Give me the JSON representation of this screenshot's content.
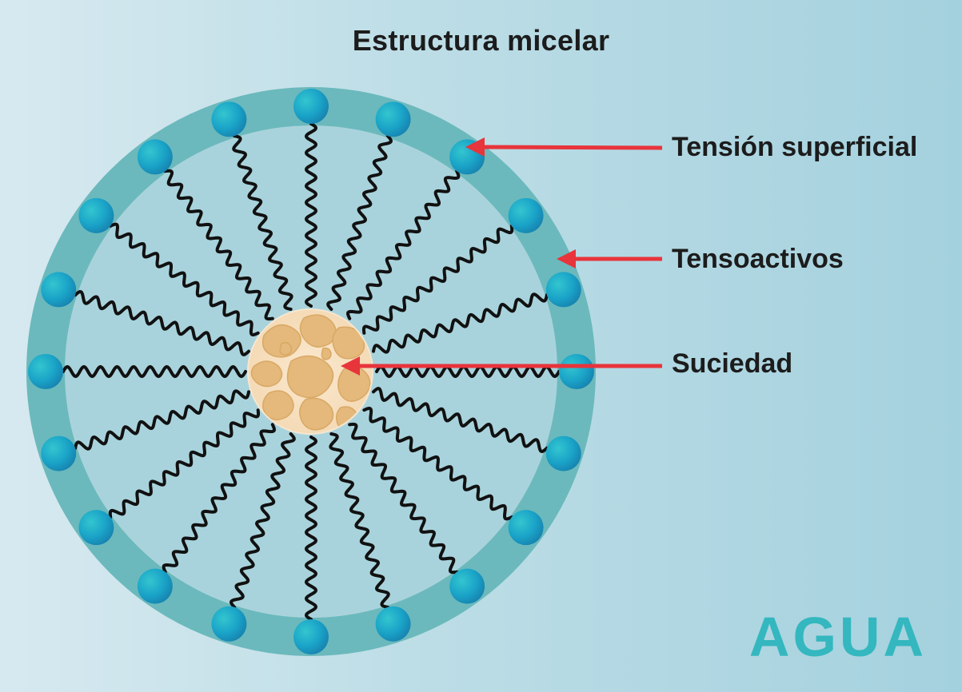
{
  "title": "Estructura micelar",
  "labels": {
    "surface_tension": "Tensión superficial",
    "surfactants": "Tensoactivos",
    "dirt": "Suciedad"
  },
  "medium": "AGUA",
  "colors": {
    "ring": "#6bb9bc",
    "inner_fill": "#a9d3dc",
    "head": "#1aa3c8",
    "tail": "#111111",
    "arrow": "#e8343b",
    "dirt_base": "#f6dfbf",
    "dirt_blob": "#e2b87c",
    "medium_text": "#34b7bf"
  }
}
